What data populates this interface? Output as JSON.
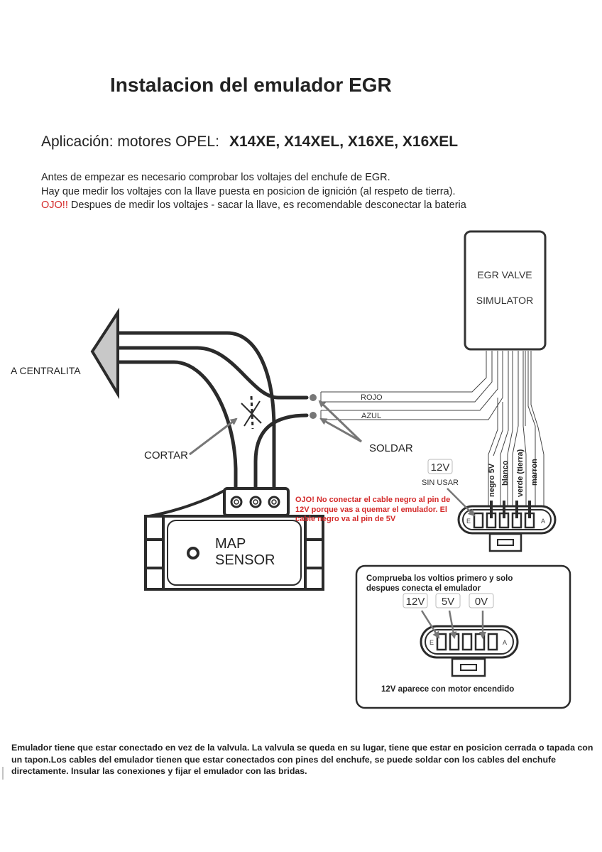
{
  "document": {
    "title": "Instalacion del emulador EGR",
    "application": {
      "label": "Aplicación: motores OPEL:",
      "models": "X14XE, X14XEL, X16XE, X16XEL"
    },
    "intro": {
      "line1": "Antes de empezar es necesario comprobar los voltajes del enchufe de EGR.",
      "line2": "Hay que medir los voltajes con la llave puesta en posicion de ignición (al respeto de tierra).",
      "line3_warning": "OJO!!",
      "line3_rest": " Despues de medir los voltajes - sacar la llave, es recomendable desconectar la bateria"
    },
    "colors": {
      "warning": "#d42a2a",
      "wire": "#2b2b2b",
      "arrow": "#777777",
      "ecu_fill": "#c8c8c8"
    }
  },
  "diagram": {
    "simulator": {
      "line1": "EGR VALVE",
      "line2": "SIMULATOR"
    },
    "ecu_label": "A CENTRALITA",
    "cut_label": "CORTAR",
    "solder_label": "SOLDAR",
    "wires": {
      "red": "ROJO",
      "blue": "AZUL"
    },
    "connector": {
      "unused_voltage": "12V",
      "unused_label": "SIN USAR",
      "pin_left": "E",
      "pin_right": "A",
      "wire_labels": [
        "negro 5V",
        "blanco",
        "verde (tierra)",
        "marron"
      ]
    },
    "map_sensor": {
      "line1": "MAP",
      "line2": "SENSOR"
    },
    "warning": "OJO! No conectar el cable negro al pin de 12V porque vas a quemar el emulador. El cable negro va al pin de 5V"
  },
  "check_box": {
    "text": "Comprueba los voltios primero y solo despues conecta el emulador",
    "voltages": [
      "12V",
      "5V",
      "0V"
    ],
    "pin_left": "E",
    "pin_right": "A",
    "note": "12V aparece con motor encendido"
  },
  "footer": "Emulador tiene que estar conectado en vez de la valvula. La valvula se queda en su lugar, tiene que estar en posicion cerrada o tapada con un tapon.Los cables del emulador tienen que estar conectados con pines del enchufe, se puede soldar con los cables del enchufe directamente. Insular las conexiones y fijar el emulador con las bridas."
}
